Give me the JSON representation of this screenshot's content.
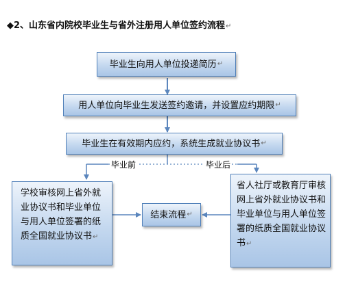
{
  "heading": {
    "text": "◆2、山东省内院校毕业生与省外注册用人单位签约流程",
    "mark": "↵"
  },
  "flow": {
    "step1": "毕业生向用人单位投递简历",
    "step2": "用人单位向毕业生发送签约邀请，并设置应约期限",
    "step3": "毕业生在有效期内应约，系统生成就业协议书",
    "branch_before": "毕业前",
    "branch_after": "毕业后",
    "left_box": "学校审核网上省外就业协议书和毕业单位与用人单位签署的纸质全国就业协议书",
    "right_box": "省人社厅或教育厅审核网上省外就业协议书和毕业单位与用人单位签署的纸质全国就业协议书",
    "end": "结束流程"
  },
  "para_mark": "↵",
  "colors": {
    "box_border": "#4f7fb8",
    "box_fill_top": "#eef4fb",
    "box_fill_bottom": "#a9c5e6",
    "arrow": "#5b86bd"
  }
}
